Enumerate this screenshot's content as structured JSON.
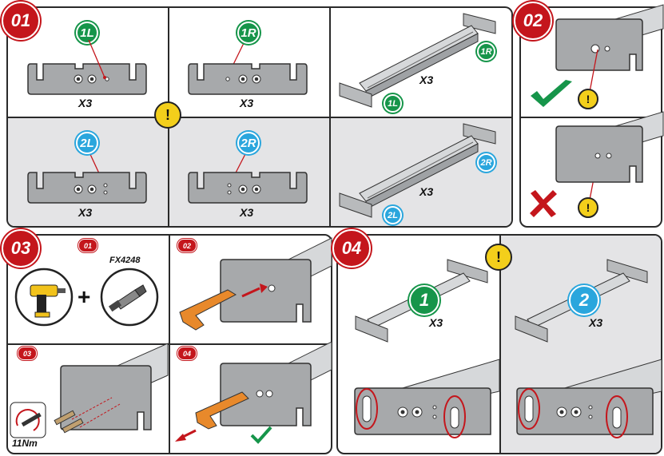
{
  "steps": {
    "s1": "01",
    "s2": "02",
    "s3": "03",
    "s4": "04"
  },
  "substeps": {
    "a": "01",
    "b": "02",
    "c": "03",
    "d": "04"
  },
  "step1": {
    "tl": {
      "tag": "1L",
      "qty": "X3"
    },
    "tr": {
      "tag": "1R",
      "qty": "X3"
    },
    "bl": {
      "tag": "2L",
      "qty": "X3"
    },
    "br": {
      "tag": "2R",
      "qty": "X3"
    },
    "rail_top": {
      "qty": "X3",
      "left_tag": "1L",
      "right_tag": "1R"
    },
    "rail_bottom": {
      "qty": "X3",
      "left_tag": "2L",
      "right_tag": "2R"
    }
  },
  "step3": {
    "tool_code": "FX4248",
    "plus": "+",
    "torque": "11Nm"
  },
  "step4": {
    "left_num": "1",
    "left_qty": "X3",
    "right_num": "2",
    "right_qty": "X3"
  },
  "warning_glyph": "!",
  "colors": {
    "red": "#c4161c",
    "green": "#16954a",
    "blue": "#2aa6dd",
    "orange": "#e8892b",
    "yellow": "#f3cf1b",
    "grey": "#e4e4e6"
  },
  "icons": [
    "warning-icon",
    "check-icon",
    "cross-icon",
    "drill-icon",
    "bit-icon",
    "screw-icon",
    "torque-icon",
    "arrow-icon"
  ]
}
